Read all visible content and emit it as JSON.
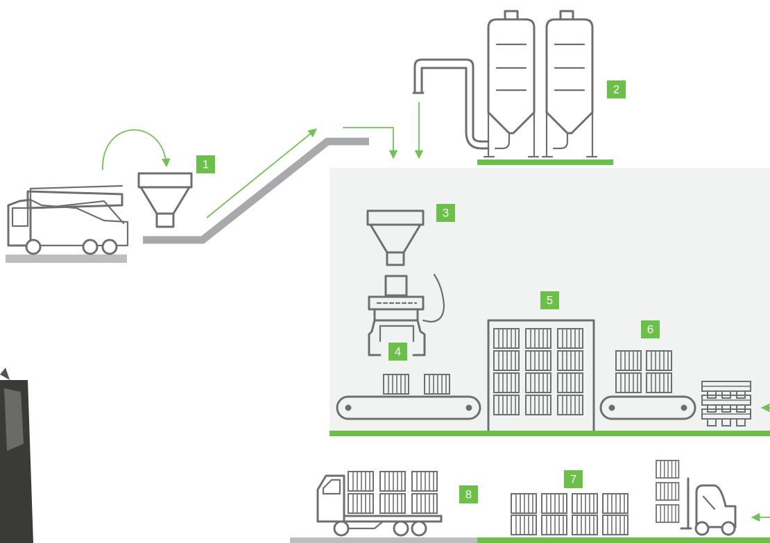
{
  "colors": {
    "accent_green": "#6cc04a",
    "line_gray": "#6d6e70",
    "ground_gray": "#bcbec0",
    "panel_bg": "#f1f2f2"
  },
  "steps": [
    {
      "id": "step-1",
      "label": "1"
    },
    {
      "id": "step-2",
      "label": "2"
    },
    {
      "id": "step-3",
      "label": "3"
    },
    {
      "id": "step-4",
      "label": "4"
    },
    {
      "id": "step-5",
      "label": "5"
    },
    {
      "id": "step-6",
      "label": "6"
    },
    {
      "id": "step-7",
      "label": "7"
    },
    {
      "id": "step-8",
      "label": "8"
    }
  ],
  "icons": [
    "dump-truck-icon",
    "hopper-icon",
    "inclined-conveyor-icon",
    "silo-icon",
    "feed-hopper-icon",
    "robot-gripper-icon",
    "conveyor-belt-icon",
    "brick-stack-icon",
    "pallet-stack-icon",
    "flatbed-truck-icon",
    "forklift-icon"
  ]
}
